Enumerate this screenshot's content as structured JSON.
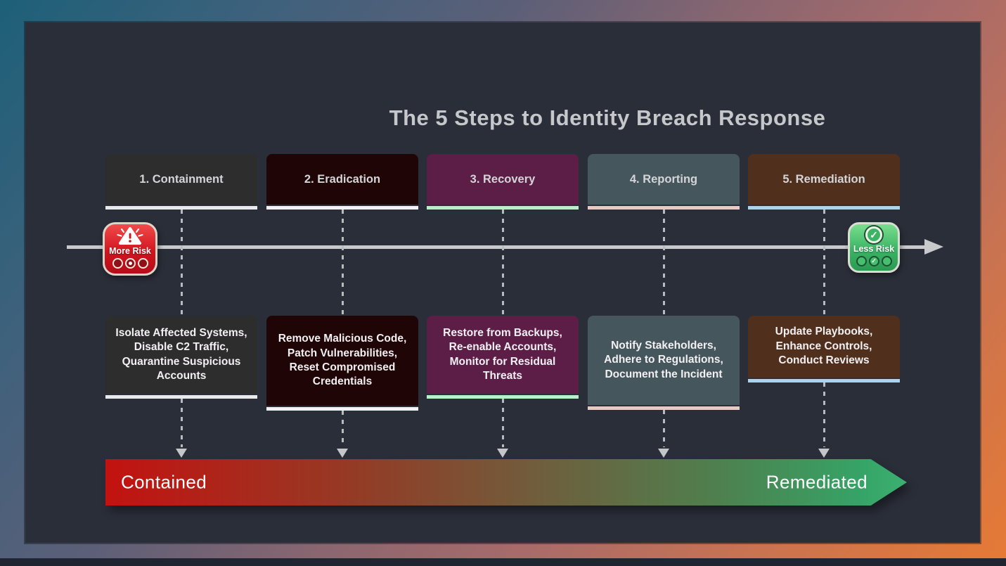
{
  "title": "The 5 Steps to Identity Breach Response",
  "steps": [
    {
      "label": "1. Containment",
      "detail": "Isolate Affected Systems, Disable C2 Traffic, Quarantine Suspicious Accounts",
      "color": "#2e2d2e",
      "accent": "#e9e8ea"
    },
    {
      "label": "2. Eradication",
      "detail": "Remove Malicious Code, Patch Vulnerabilities, Reset Compromised Credentials",
      "color": "#200507",
      "accent": "#f3f1f5"
    },
    {
      "label": "3. Recovery",
      "detail": "Restore from Backups, Re-enable Accounts, Monitor for Residual Threats",
      "color": "#5c1e47",
      "accent": "#baeec7"
    },
    {
      "label": "4. Reporting",
      "detail": "Notify Stakeholders, Adhere to Regulations, Document the Incident",
      "color": "#45565c",
      "accent": "#e8c9c3"
    },
    {
      "label": "5. Remediation",
      "detail": "Update Playbooks, Enhance Controls, Conduct Reviews",
      "color": "#50301d",
      "accent": "#abd3e9"
    }
  ],
  "risk_badges": {
    "more": {
      "label": "More Risk",
      "color": "#d2151f"
    },
    "less": {
      "label": "Less Risk",
      "color": "#3cb465"
    }
  },
  "bottom_banner": {
    "start_label": "Contained",
    "end_label": "Remediated",
    "gradient_start": "#c31210",
    "gradient_end": "#3bb071"
  }
}
